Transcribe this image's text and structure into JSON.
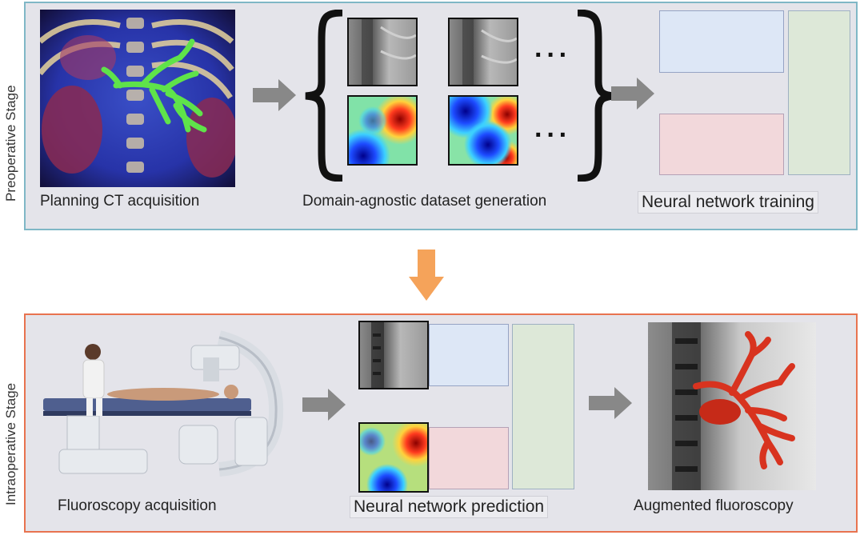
{
  "preoperative": {
    "stage_label": "Preoperative Stage",
    "captions": {
      "ct": "Planning CT acquisition",
      "dataset": "Domain-agnostic dataset generation",
      "training": "Neural network training"
    },
    "ellipsis": "···"
  },
  "intraoperative": {
    "stage_label": "Intraoperative Stage",
    "captions": {
      "fluoro": "Fluoroscopy acquisition",
      "prediction": "Neural network prediction",
      "augmented": "Augmented fluoroscopy"
    }
  },
  "colors": {
    "pre_border": "#7fb7c6",
    "intra_border": "#e8734f",
    "arrow_gray": "#888888",
    "arrow_orange": "#f5a35a",
    "vessel_green": "#5fe34a",
    "vessel_red": "#d8331f"
  }
}
